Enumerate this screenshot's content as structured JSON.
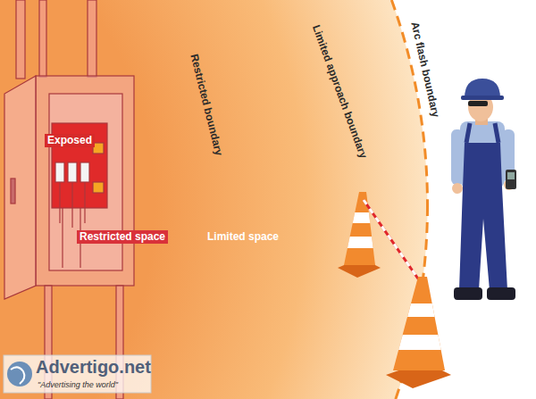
{
  "diagram": {
    "nodes": [
      {
        "text": [
          "Arc flash boundary"
        ]
      },
      {
        "text": [
          "Limited approach boundary",
          "Limited space"
        ],
        "in": 0
      },
      {
        "text": [
          "Restricted boundary",
          "Restricted space"
        ],
        "in": 1
      },
      {
        "text": [
          "Exposed"
        ],
        "in": 2
      }
    ],
    "labels": [
      "Advertigo.net",
      "\"Advertising the world\""
    ]
  }
}
